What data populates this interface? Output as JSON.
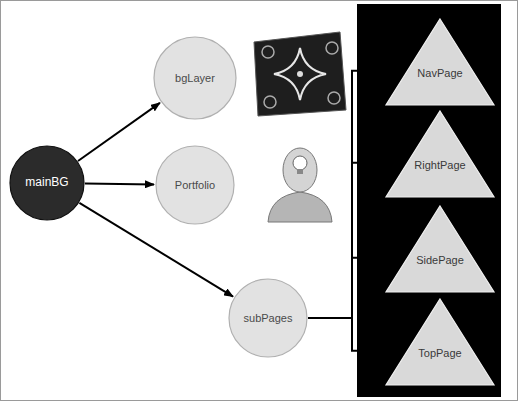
{
  "diagram": {
    "nodes": [
      {
        "text": [
          "mainBG"
        ]
      },
      {
        "text": [
          "bgLayer"
        ]
      },
      {
        "text": [
          "Portfolio"
        ]
      },
      {
        "text": [
          "subPages"
        ]
      },
      {
        "text": [
          "NavPage"
        ]
      },
      {
        "text": [
          "RightPage"
        ]
      },
      {
        "text": [
          "SidePage"
        ]
      },
      {
        "text": [
          "TopPage"
        ]
      }
    ],
    "edges": [
      {
        "from": 0,
        "to": 1,
        "arrow": "to"
      },
      {
        "from": 0,
        "to": 2,
        "arrow": "to"
      },
      {
        "from": 0,
        "to": 3,
        "arrow": "to"
      },
      {
        "from": 3,
        "to": 4,
        "arrow": "to"
      },
      {
        "from": 3,
        "to": 5,
        "arrow": "to"
      },
      {
        "from": 3,
        "to": 6,
        "arrow": "to"
      },
      {
        "from": 3,
        "to": 7,
        "arrow": "to"
      }
    ]
  }
}
